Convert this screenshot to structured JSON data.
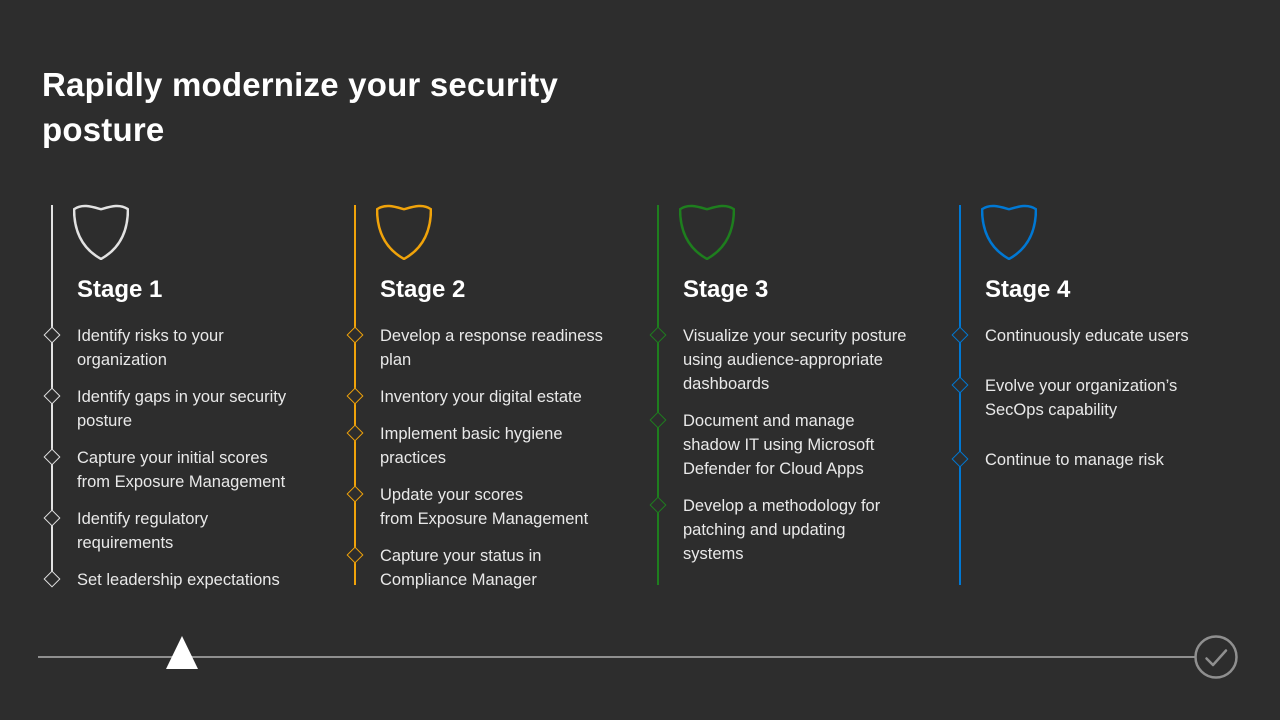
{
  "slide": {
    "background_color": "#2d2d2d",
    "title": "Rapidly modernize your security\nposture",
    "title_color": "#ffffff",
    "body_text_color": "#e9e9e9",
    "stages": [
      {
        "label": "Stage 1",
        "accent_color": "#e2e2e2",
        "icon": "shield-icon",
        "items": [
          "Identify risks to your\norganization",
          "Identify gaps in your security\nposture",
          "Capture your initial scores\nfrom Exposure Management",
          "Identify regulatory\nrequirements",
          "Set leadership expectations"
        ]
      },
      {
        "label": "Stage 2",
        "accent_color": "#F0A30A",
        "icon": "shield-icon",
        "items": [
          "Develop a response readiness\nplan",
          "Inventory your digital estate",
          "Implement basic hygiene\npractices",
          "Update your scores\nfrom Exposure Management",
          "Capture your status in\nCompliance Manager"
        ]
      },
      {
        "label": "Stage 3",
        "accent_color": "#1E7E1E",
        "icon": "shield-icon",
        "items": [
          "Visualize your security posture\nusing audience-appropriate\ndashboards",
          "Document and manage\nshadow IT using Microsoft\nDefender for Cloud Apps",
          "Develop a methodology for\npatching and updating\nsystems"
        ]
      },
      {
        "label": "Stage 4",
        "accent_color": "#0078D4",
        "icon": "shield-icon",
        "items": [
          "Continuously educate users",
          "Evolve your organization’s\nSecOps capability",
          "Continue to manage risk"
        ]
      }
    ],
    "footer": {
      "line_color": "#8f8f8f",
      "marker_icon": "triangle-marker-icon",
      "marker_color": "#ffffff",
      "end_icon": "check-circle-icon",
      "end_icon_color": "#8f8f8f"
    }
  }
}
